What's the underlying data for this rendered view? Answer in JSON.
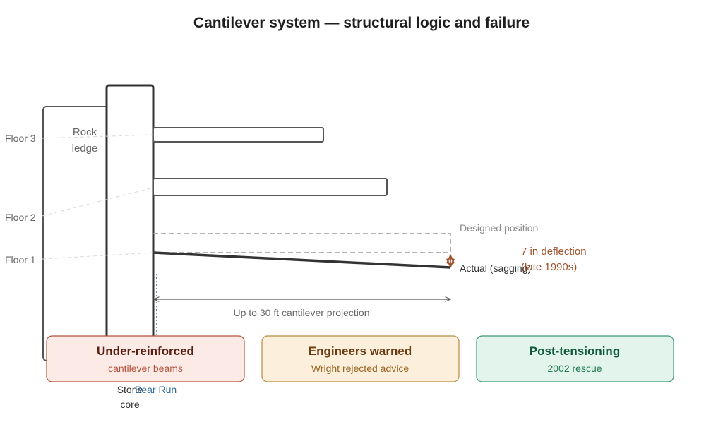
{
  "title": "Cantilever system — structural logic and failure",
  "floors": {
    "floor3": "Floor 3",
    "floor2": "Floor 2",
    "floor1": "Floor 1"
  },
  "rock_ledge": {
    "line1": "Rock",
    "line2": "ledge"
  },
  "stone_core": {
    "line1": "Stone",
    "line2": "core"
  },
  "bear_run": "Bear Run",
  "designed_position": "Designed position",
  "actual": "Actual (sagging)",
  "deflection": {
    "line1": "7 in deflection",
    "line2": "(late 1990s)"
  },
  "projection": "Up to 30 ft cantilever projection",
  "cards": [
    {
      "title": "Under-reinforced",
      "subtitle": "cantilever beams"
    },
    {
      "title": "Engineers warned",
      "subtitle": "Wright rejected advice"
    },
    {
      "title": "Post-tensioning",
      "subtitle": "2002 rescue"
    }
  ],
  "colors": {
    "card_red_fill": "#fbeae6",
    "card_red_stroke": "#b5533c",
    "card_red_title": "#5a1f12",
    "card_red_sub": "#b5533c",
    "card_orange_fill": "#fcf0dc",
    "card_orange_stroke": "#b98a3e",
    "card_orange_title": "#6b3a0f",
    "card_orange_sub": "#9a6420",
    "card_green_fill": "#e3f4ec",
    "card_green_stroke": "#3f9a72",
    "card_green_title": "#0f5a3c",
    "card_green_sub": "#1f7a50",
    "deflection": "#a0522d",
    "bear_run": "#2e6f9e"
  }
}
